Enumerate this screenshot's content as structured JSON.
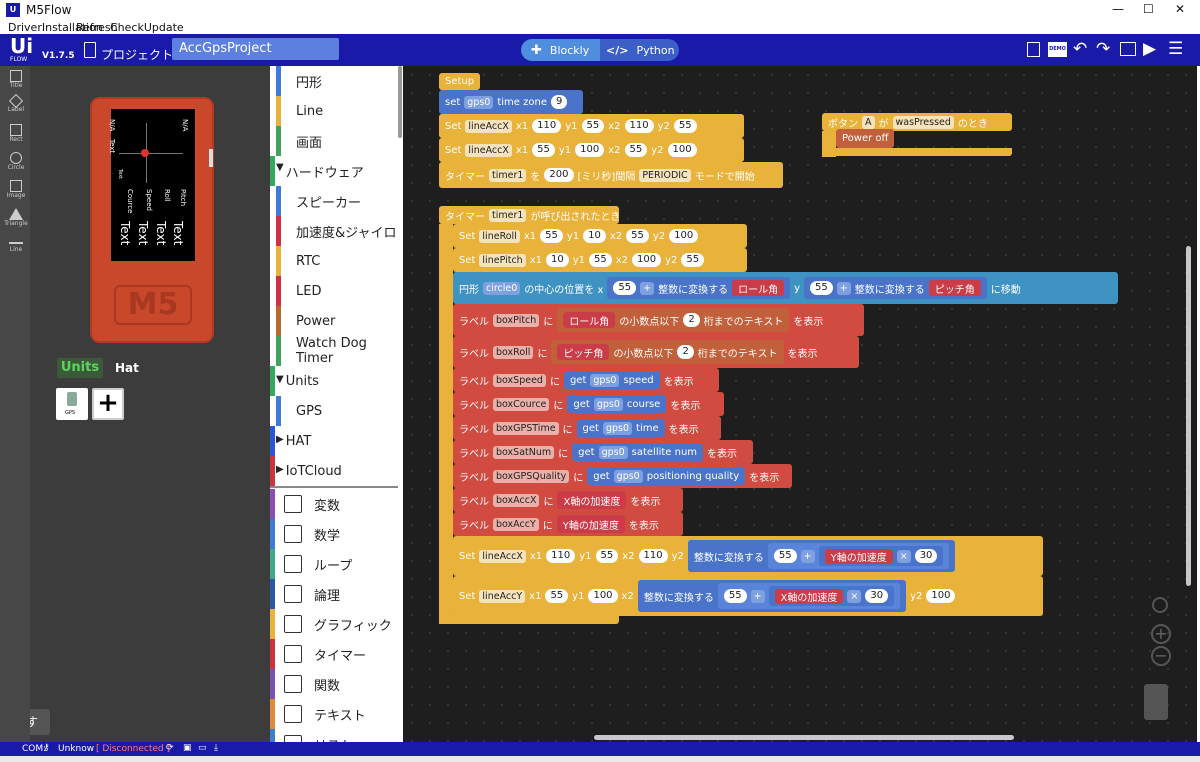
{
  "window": {
    "title": "M5Flow",
    "min": "—",
    "max": "☐",
    "close": "✕"
  },
  "menu": [
    "DriverInstallation",
    "Refresh",
    "CheckUpdate"
  ],
  "header": {
    "logo_top": "Ui",
    "logo_bottom": "FLOW",
    "version": "V1.7.5",
    "project_label": "プロジェクト",
    "project_name": "AccGpsProject",
    "tab_blockly": "Blockly",
    "tab_python": "Python",
    "demo": "DEMO"
  },
  "tools": [
    "Title",
    "Label",
    "Rect",
    "Circle",
    "Image",
    "Triangle",
    "Line"
  ],
  "device": {
    "labels_left": [
      "N/A",
      "Text",
      "Text"
    ],
    "labels_right": [
      "N/A"
    ],
    "col_labels": [
      "Pitch",
      "Roll",
      "Speed",
      "Cource"
    ],
    "col_texts": [
      "Text",
      "Text",
      "Text",
      "Text"
    ],
    "logo": "M5"
  },
  "units_tabs": {
    "units": "Units",
    "hat": "Hat"
  },
  "unit_badge": "GPS",
  "hide_button": "隠す",
  "categories": [
    {
      "label": "円形",
      "color": "#3c7cd6"
    },
    {
      "label": "Line",
      "color": "#e9b23a"
    },
    {
      "label": "画面",
      "color": "#3ea35b"
    },
    {
      "label": "ハードウェア",
      "head": true,
      "arrow": "▼",
      "color": "#2faa5e"
    },
    {
      "label": "スピーカー",
      "color": "#3c7cd6"
    },
    {
      "label": "加速度&ジャイロ",
      "color": "#cc3340"
    },
    {
      "label": "RTC",
      "color": "#e9b23a"
    },
    {
      "label": "LED",
      "color": "#cc3340"
    },
    {
      "label": "Power",
      "color": "#b8682a"
    },
    {
      "label": "Watch Dog Timer",
      "color": "#3ea35b"
    },
    {
      "label": "Units",
      "head": true,
      "arrow": "▼",
      "color": "#2faa5e"
    },
    {
      "label": "GPS",
      "color": "#3c7cd6"
    },
    {
      "label": "HAT",
      "head": true,
      "arrow": "▶",
      "color": "#2b57d6"
    },
    {
      "label": "IoTCloud",
      "head": true,
      "arrow": "▶",
      "color": "#cc3340"
    },
    {
      "label": "変数",
      "icon": true,
      "color": "#8a4fb3"
    },
    {
      "label": "数学",
      "icon": true,
      "color": "#3c7cd6"
    },
    {
      "label": "ループ",
      "icon": true,
      "color": "#40a88c"
    },
    {
      "label": "論理",
      "icon": true,
      "color": "#2b57a6"
    },
    {
      "label": "グラフィック",
      "icon": true,
      "color": "#e9b23a"
    },
    {
      "label": "タイマー",
      "icon": true,
      "color": "#cc3340"
    },
    {
      "label": "関数",
      "icon": true,
      "color": "#7c4fb3"
    },
    {
      "label": "テキスト",
      "icon": true,
      "color": "#e08a3a"
    },
    {
      "label": "リスト",
      "icon": true,
      "color": "#3c7cd6"
    }
  ],
  "blocks": {
    "setup": "Setup",
    "set": "set",
    "gps0": "gps0",
    "time_zone": "time zone",
    "tz": "9",
    "Set": "Set",
    "x1": "x1",
    "y1": "y1",
    "x2": "x2",
    "y2": "y2",
    "lineAccX": "lineAccX",
    "lineAccY": "lineAccY",
    "lineRoll": "lineRoll",
    "linePitch": "linePitch",
    "timer_label": "タイマー",
    "timer1": "timer1",
    "wo": "を",
    "ms": "200",
    "interval": "[ミリ秒]間隔",
    "periodic": "PERIODIC",
    "mode": "モードで開始",
    "callback": "が呼び出されたとき",
    "circle": "円形",
    "circle0": "circle0",
    "center": "の中心の位置を x",
    "convert": "整数に変換する",
    "roll": "ロール角",
    "pitch": "ピッチ角",
    "y": "y",
    "move": "に移動",
    "plus": "+",
    "label": "ラベル",
    "ni": "に",
    "show": "を表示",
    "decimal": "の小数点以下",
    "digits": "桁までのテキスト",
    "boxPitch": "boxPitch",
    "boxRoll": "boxRoll",
    "boxSpeed": "boxSpeed",
    "boxCource": "boxCource",
    "boxGPSTime": "boxGPSTime",
    "boxSatNum": "boxSatNum",
    "boxGPSQuality": "boxGPSQuality",
    "boxAccX": "boxAccX",
    "boxAccY": "boxAccY",
    "get": "get",
    "speed": "speed",
    "course": "course",
    "time": "time",
    "sat": "satellite num",
    "quality": "positioning quality",
    "xacc": "X軸の加速度",
    "yacc": "Y軸の加速度",
    "times": "×",
    "button": "ボタン",
    "btnA": "A",
    "ga": "が",
    "wasPressed": "wasPressed",
    "notoki": "のとき",
    "poweroff": "Power off",
    "n9": "9",
    "n10": "10",
    "n30": "30",
    "n55": "55",
    "n100": "100",
    "n110": "110",
    "n2": "2"
  },
  "status": {
    "com": "COM:",
    "unknown": "Unknow",
    "disconnected": "Disconnected"
  }
}
